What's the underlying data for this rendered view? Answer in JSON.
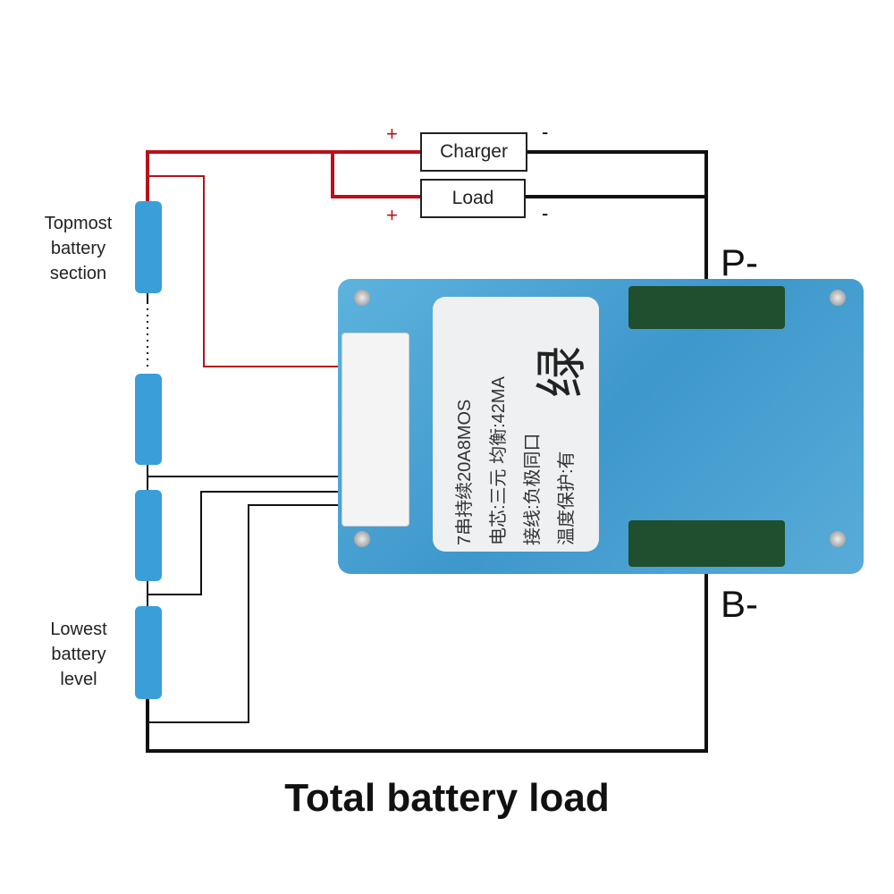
{
  "charger": {
    "label": "Charger",
    "plus": "+",
    "minus": "-"
  },
  "load": {
    "label": "Load",
    "plus": "+",
    "minus": "-"
  },
  "terminals": {
    "p_minus": "P-",
    "b_minus": "B-"
  },
  "labels": {
    "top": "Topmost battery section",
    "lowest": "Lowest battery level"
  },
  "board_label": {
    "lines": [
      "7串持续20A8MOS",
      "电芯:三元  均衡:42MA",
      "接线:负极同口",
      "温度保护:有"
    ],
    "color_mark": "绿"
  },
  "caption": "Total battery load",
  "colors": {
    "positive_wire": "#b5121b",
    "negative_wire": "#111111",
    "battery": "#3a9fd8",
    "board": "#4aa3d6"
  }
}
